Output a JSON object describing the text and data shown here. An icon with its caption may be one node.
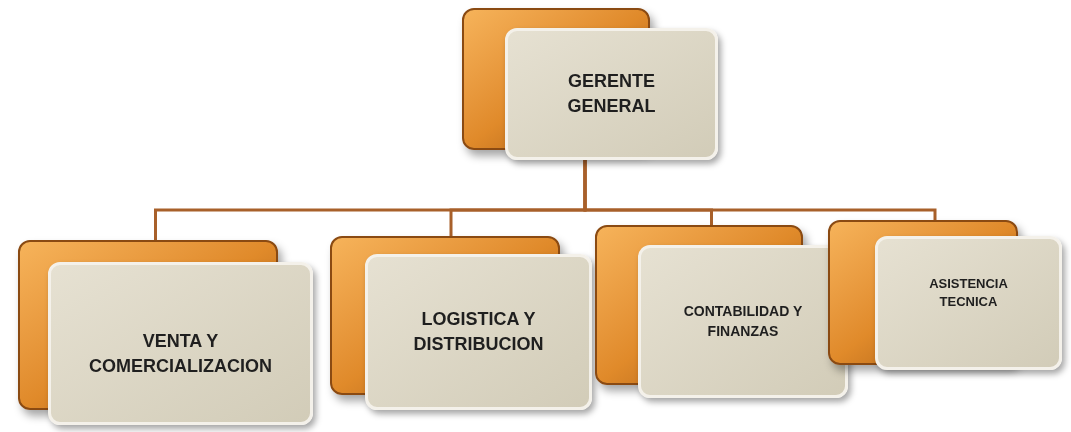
{
  "diagram": {
    "nodes": [
      {
        "text": [
          "GERENTE GENERAL"
        ]
      },
      {
        "text": [
          "VENTA Y COMERCIALIZACION"
        ]
      },
      {
        "text": [
          "LOGISTICA Y DISTRIBUCION"
        ]
      },
      {
        "text": [
          "CONTABILIDAD Y FINANZAS"
        ]
      },
      {
        "text": [
          "ASISTENCIA TECNICA"
        ]
      }
    ],
    "edges": [
      {
        "from": 0,
        "to": 1,
        "arrow": "none"
      },
      {
        "from": 0,
        "to": 2,
        "arrow": "none"
      },
      {
        "from": 0,
        "to": 3,
        "arrow": "none"
      },
      {
        "from": 0,
        "to": 4,
        "arrow": "none"
      }
    ]
  }
}
